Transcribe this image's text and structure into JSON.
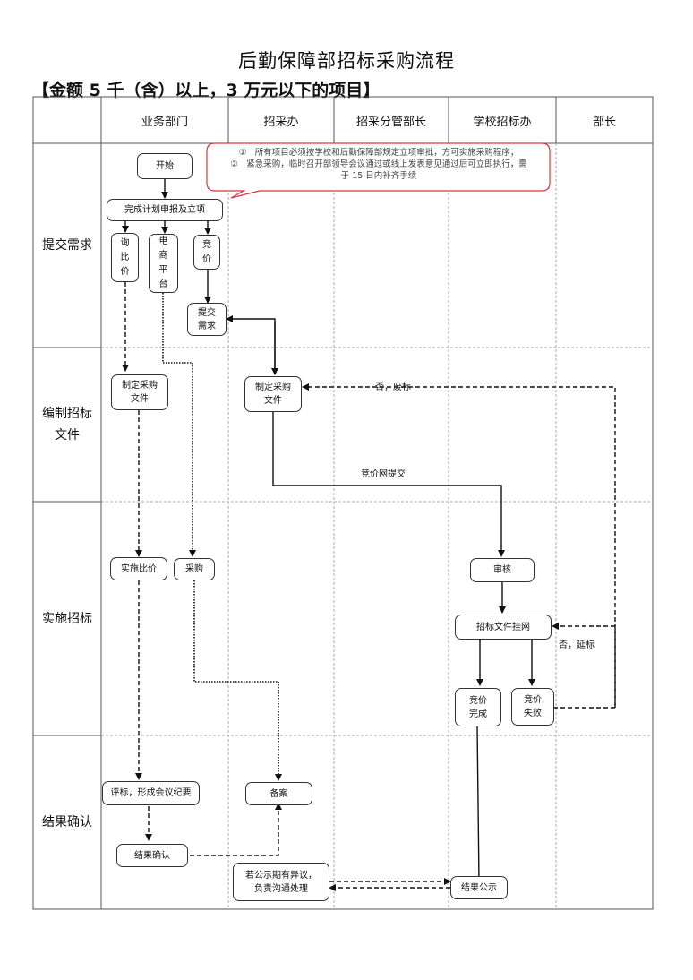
{
  "title": "后勤保障部招标采购流程",
  "subtitle": "【金额 5 千（含）以上，3 万元以下的项目】",
  "lanes": [
    "业务部门",
    "招采办",
    "招采分管部长",
    "学校招标办",
    "部长"
  ],
  "phases": [
    "提交需求",
    "编制招标\n文件",
    "实施招标",
    "结果确认"
  ],
  "note": {
    "lines": [
      "①　所有项目必须按学校和后勤保障部规定立项审批，方可实施采购程序；",
      "②　紧急采购，临时召开部领导会议通过或线上发表意见通过后可立即执行，需",
      "于 15 日内补齐手续"
    ],
    "border_color": "#d9363e"
  },
  "nodes": {
    "start": "开始",
    "plan": "完成计划申报及立项",
    "inquiry": "询\n比\n价",
    "ecommerce": "电\n商\n平\n台",
    "bidding": "竞\n价",
    "submit": "提交\n需求",
    "doc_dept": "制定采购\n文件",
    "doc_office": "制定采购\n文件",
    "compare": "实施比价",
    "purchase": "采购",
    "review": "审核",
    "publish": "招标文件挂网",
    "bid_done": "竞价\n完成",
    "bid_fail": "竞价\n失败",
    "evaluate": "评标，形成会议纪要",
    "filing": "备案",
    "confirm": "结果确认",
    "objection": "若公示期有异议，\n负责沟通处理",
    "announce": "结果公示"
  },
  "edge_labels": {
    "void": "否，废标",
    "online": "竞价网提交",
    "delay": "否，延标"
  }
}
